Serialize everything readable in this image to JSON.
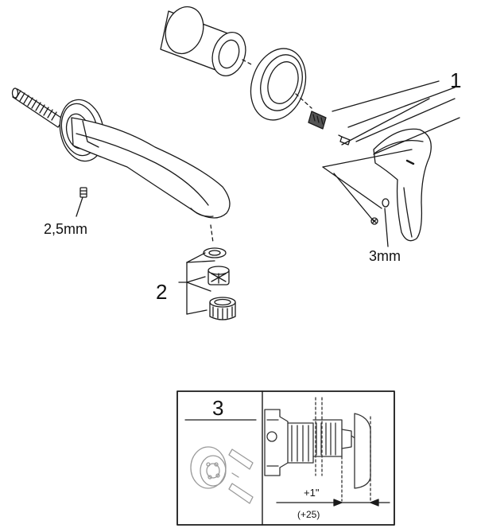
{
  "labels": {
    "part_1": "1",
    "part_2": "2",
    "part_3": "3",
    "hex_small": "2,5mm",
    "hex_handle": "3mm",
    "dim_imperial": "+1\"",
    "dim_metric": "(+25)"
  },
  "colors": {
    "line": "#1a1a1a",
    "detail_line": "#333333",
    "faded_line": "#9a9a9a",
    "background": "#ffffff"
  }
}
